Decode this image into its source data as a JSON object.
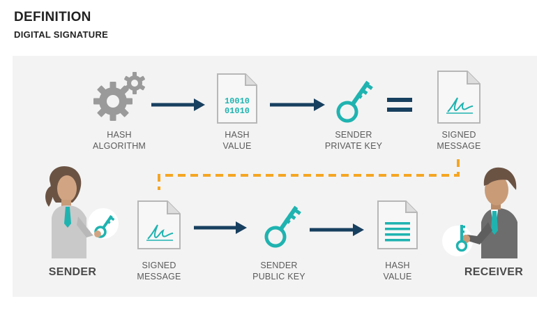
{
  "header": {
    "title": "DEFINITION",
    "subtitle": "DIGITAL SIGNATURE"
  },
  "top_row": {
    "hash_algorithm": [
      "HASH",
      "ALGORITHM"
    ],
    "hash_value": [
      "HASH",
      "VALUE"
    ],
    "hash_value_digits": [
      "10010",
      "01010"
    ],
    "sender_private_key": [
      "SENDER",
      "PRIVATE KEY"
    ],
    "signed_message": [
      "SIGNED",
      "MESSAGE"
    ]
  },
  "bottom_row": {
    "sender": "SENDER",
    "signed_message": [
      "SIGNED",
      "MESSAGE"
    ],
    "sender_public_key": [
      "SENDER",
      "PUBLIC KEY"
    ],
    "hash_value": [
      "HASH",
      "VALUE"
    ],
    "receiver": "RECEIVER"
  },
  "colors": {
    "teal": "#1fb3b0",
    "navy": "#173f5f",
    "orange": "#f5a623",
    "gray_icon": "#9a9a9a",
    "doc_fill": "#f7f7f7",
    "doc_stroke": "#b7b7b7",
    "panel": "#f3f3f3"
  },
  "icons": [
    "gears-icon",
    "binary-document-icon",
    "key-icon",
    "equals-icon",
    "signed-document-icon",
    "person-sender-icon",
    "person-receiver-icon",
    "arrow-icon",
    "text-document-icon"
  ]
}
